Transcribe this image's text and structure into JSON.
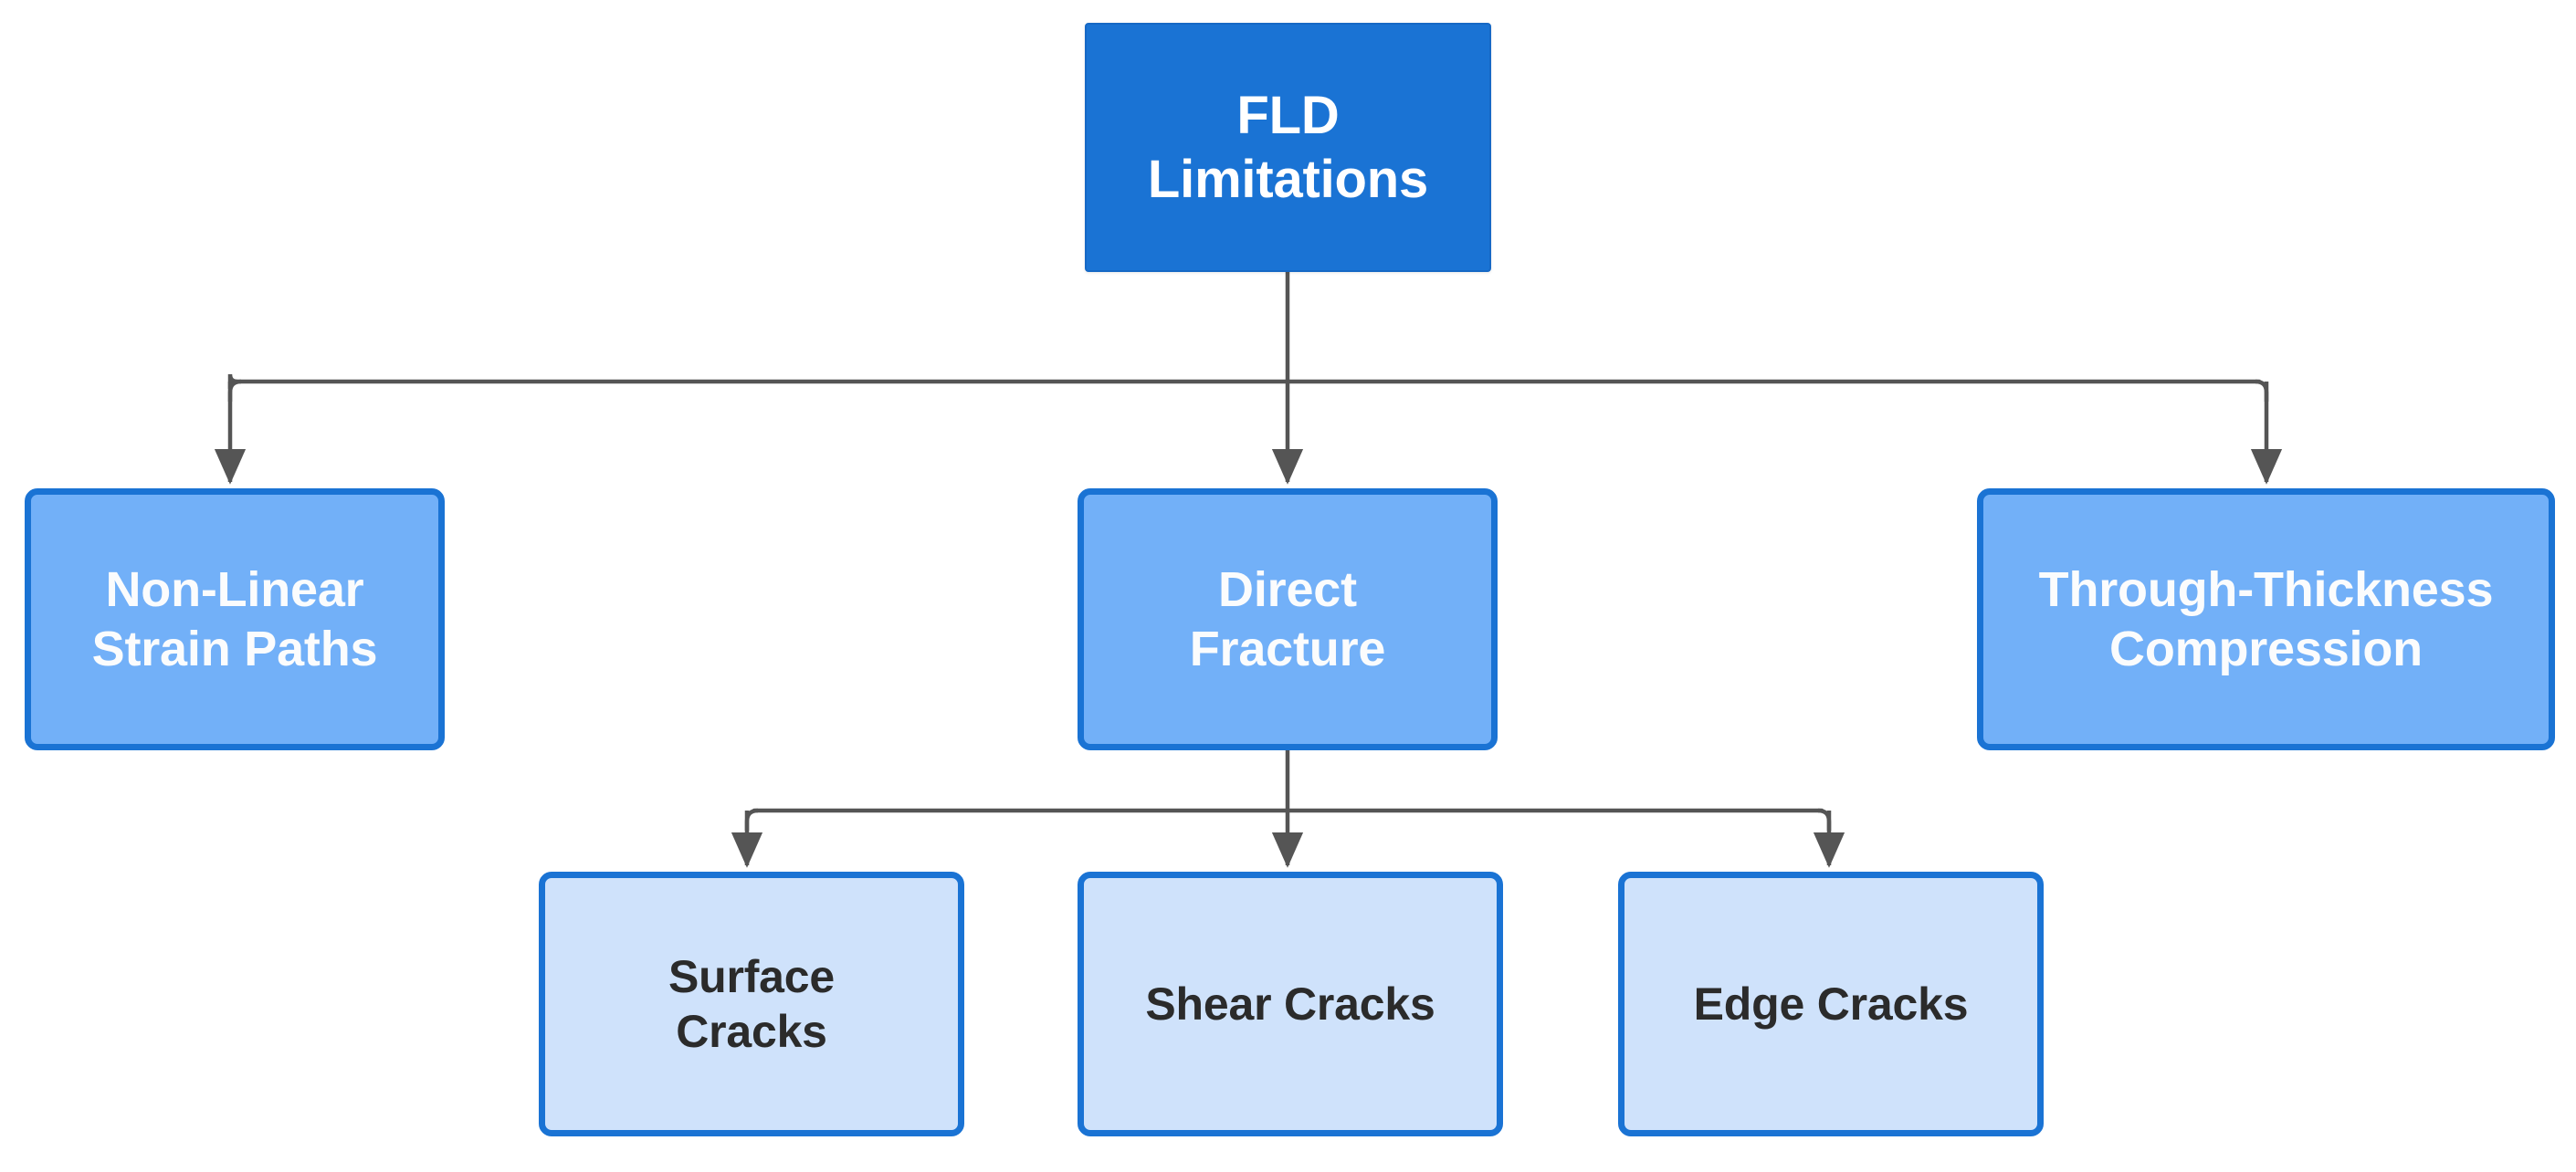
{
  "diagram": {
    "title": "FLD Limitations",
    "type": "flowchart",
    "orientation": "top-down",
    "background_color": "#ffffff",
    "colors": {
      "root_fill": "#1a73d4",
      "root_text": "#ffffff",
      "level1_fill": "#72b0f8",
      "level1_border": "#1a73d4",
      "level1_text": "#fbfcfd",
      "level2_fill": "#cfe2fb",
      "level2_border": "#1a73d4",
      "level2_text": "#2b2b2b",
      "edge_stroke": "#555555"
    }
  },
  "nodes": {
    "root": {
      "label": "FLD\nLimitations"
    },
    "nonlinear_strain_paths": {
      "label": "Non-Linear\nStrain Paths"
    },
    "direct_fracture": {
      "label": "Direct\nFracture"
    },
    "through_thickness_compression": {
      "label": "Through-Thickness\nCompression"
    },
    "surface_cracks": {
      "label": "Surface\nCracks"
    },
    "shear_cracks": {
      "label": "Shear Cracks"
    },
    "edge_cracks": {
      "label": "Edge Cracks"
    }
  },
  "edges": [
    {
      "from": "root",
      "to": "nonlinear_strain_paths"
    },
    {
      "from": "root",
      "to": "direct_fracture"
    },
    {
      "from": "root",
      "to": "through_thickness_compression"
    },
    {
      "from": "direct_fracture",
      "to": "surface_cracks"
    },
    {
      "from": "direct_fracture",
      "to": "shear_cracks"
    },
    {
      "from": "direct_fracture",
      "to": "edge_cracks"
    }
  ]
}
